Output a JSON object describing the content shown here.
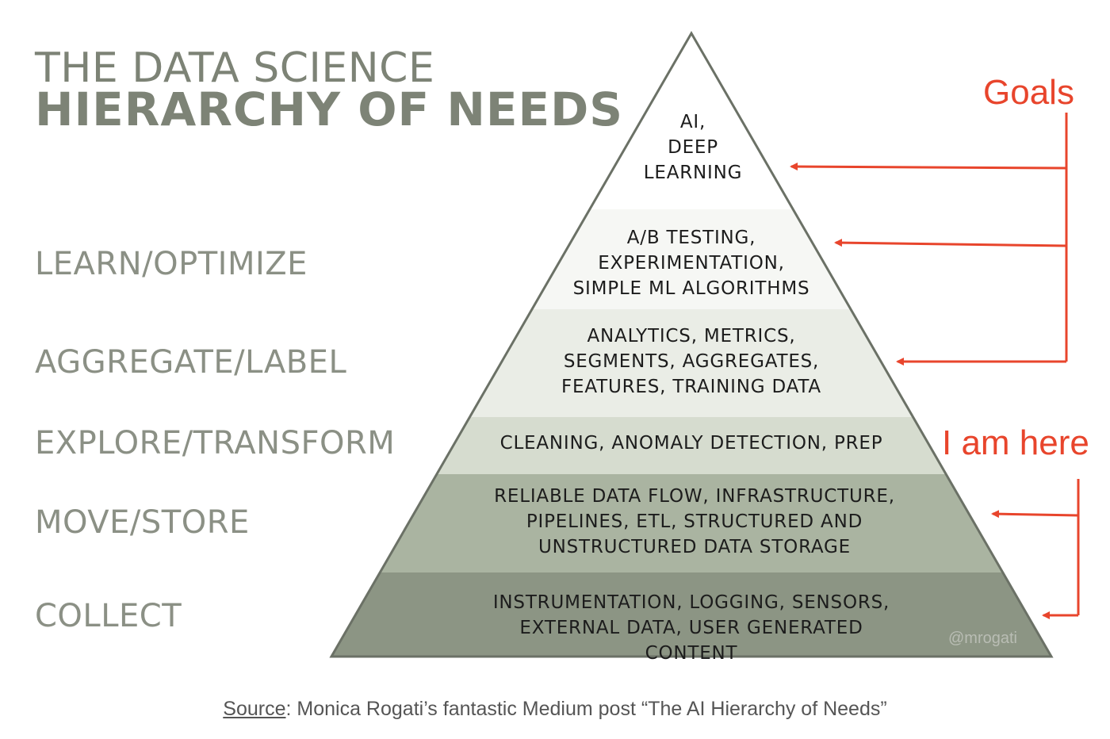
{
  "title": {
    "line1": "THE DATA SCIENCE",
    "line2": "HIERARCHY OF NEEDS"
  },
  "stages": [
    {
      "label": "LEARN/OPTIMIZE"
    },
    {
      "label": "AGGREGATE/LABEL"
    },
    {
      "label": "EXPLORE/TRANSFORM"
    },
    {
      "label": "MOVE/STORE"
    },
    {
      "label": "COLLECT"
    }
  ],
  "levels": [
    {
      "text": "AI,\nDEEP\nLEARNING",
      "color": "#ffffff"
    },
    {
      "text": "A/B TESTING,\nEXPERIMENTATION,\nSIMPLE ML ALGORITHMS",
      "color": "#f6f7f4"
    },
    {
      "text": "ANALYTICS, METRICS,\nSEGMENTS, AGGREGATES,\nFEATURES, TRAINING DATA",
      "color": "#eaede6"
    },
    {
      "text": "CLEANING, ANOMALY DETECTION, PREP",
      "color": "#d6dccf"
    },
    {
      "text": "RELIABLE DATA FLOW, INFRASTRUCTURE,\nPIPELINES, ETL, STRUCTURED AND\nUNSTRUCTURED DATA STORAGE",
      "color": "#aab4a1"
    },
    {
      "text": "INSTRUMENTATION, LOGGING, SENSORS,\nEXTERNAL DATA, USER GENERATED CONTENT",
      "color": "#8c9584"
    }
  ],
  "annotations": {
    "goals": "Goals",
    "here": "I am here",
    "color": "#e8452c"
  },
  "watermark": "@mrogati",
  "caption": {
    "source_link": "Source",
    "text": ": Monica Rogati’s fantastic Medium post “The AI Hierarchy of Needs”"
  }
}
